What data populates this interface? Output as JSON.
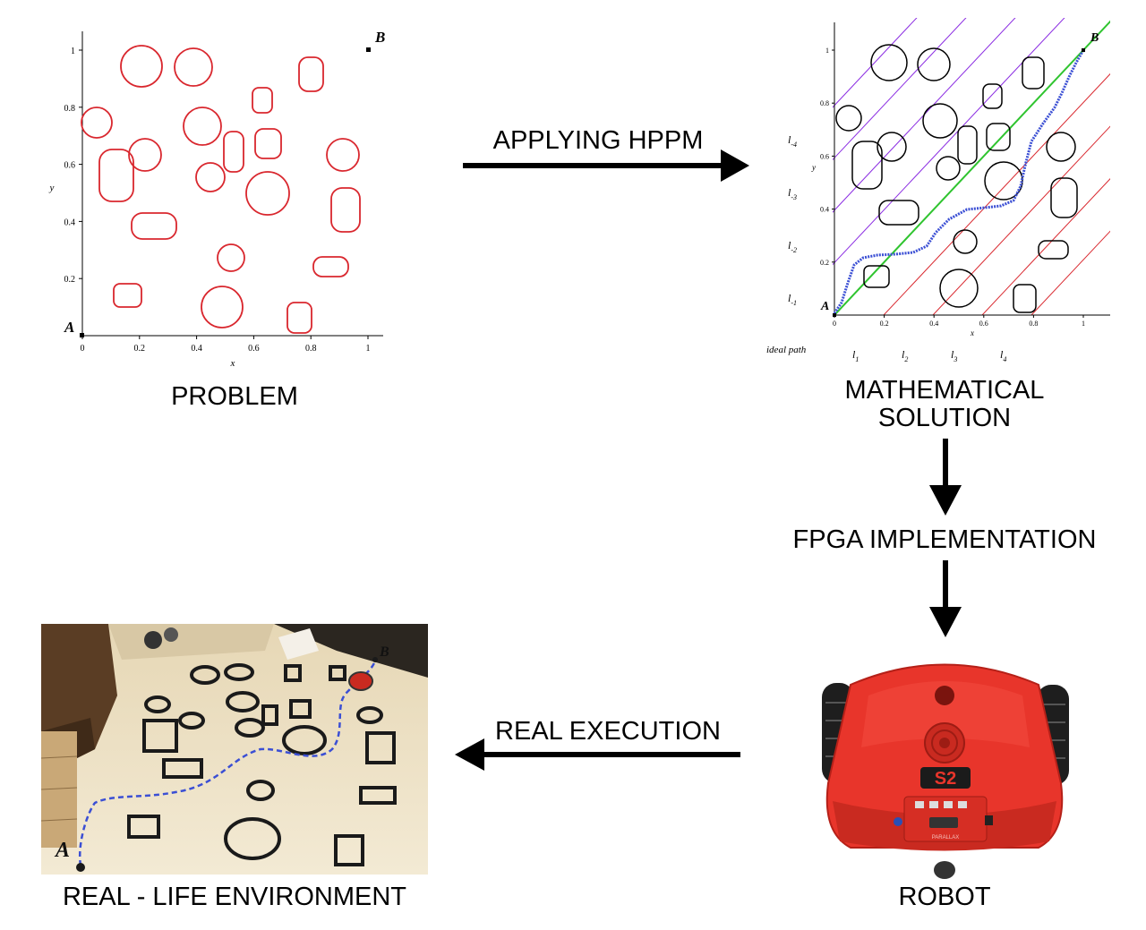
{
  "captions": {
    "problem": "PROBLEM",
    "applying": "APPLYING HPPM",
    "math_line1": "MATHEMATICAL",
    "math_line2": "SOLUTION",
    "fpga": "FPGA IMPLEMENTATION",
    "robot": "ROBOT",
    "real_execution": "REAL EXECUTION",
    "environment": "REAL - LIFE ENVIRONMENT"
  },
  "problem_plot": {
    "xlabel": "x",
    "ylabel": "y",
    "xticks": [
      "0",
      "0.2",
      "0.4",
      "0.6",
      "0.8",
      "1"
    ],
    "yticks": [
      "0.2",
      "0.4",
      "0.6",
      "0.8",
      "1"
    ],
    "point_a": "A",
    "point_b": "B",
    "obstacle_color": "#d9272e"
  },
  "solution_plot": {
    "xlabel": "x",
    "ylabel": "y",
    "xticks": [
      "0",
      "0.2",
      "0.4",
      "0.6",
      "0.8",
      "1"
    ],
    "yticks": [
      "0.2",
      "0.4",
      "0.6",
      "0.8",
      "1"
    ],
    "point_a": "A",
    "point_b": "B",
    "ideal_path_label": "ideal path",
    "upper_lines": [
      "l",
      "l",
      "l",
      "l"
    ],
    "upper_subs": [
      "-4",
      "-3",
      "-2",
      "-1"
    ],
    "lower_lines": [
      "l",
      "l",
      "l",
      "l"
    ],
    "lower_subs": [
      "1",
      "2",
      "3",
      "4"
    ],
    "colors": {
      "ideal": "#2fc42f",
      "upper": "#8a2be2",
      "lower": "#d9272e",
      "path": "#3b4fd4"
    }
  },
  "robot": {
    "badge": "S2",
    "brand": "PARALLAX",
    "body_color": "#e8352b"
  },
  "environment": {
    "point_a": "A",
    "point_b": "B",
    "path_color": "#3b4fd4"
  }
}
